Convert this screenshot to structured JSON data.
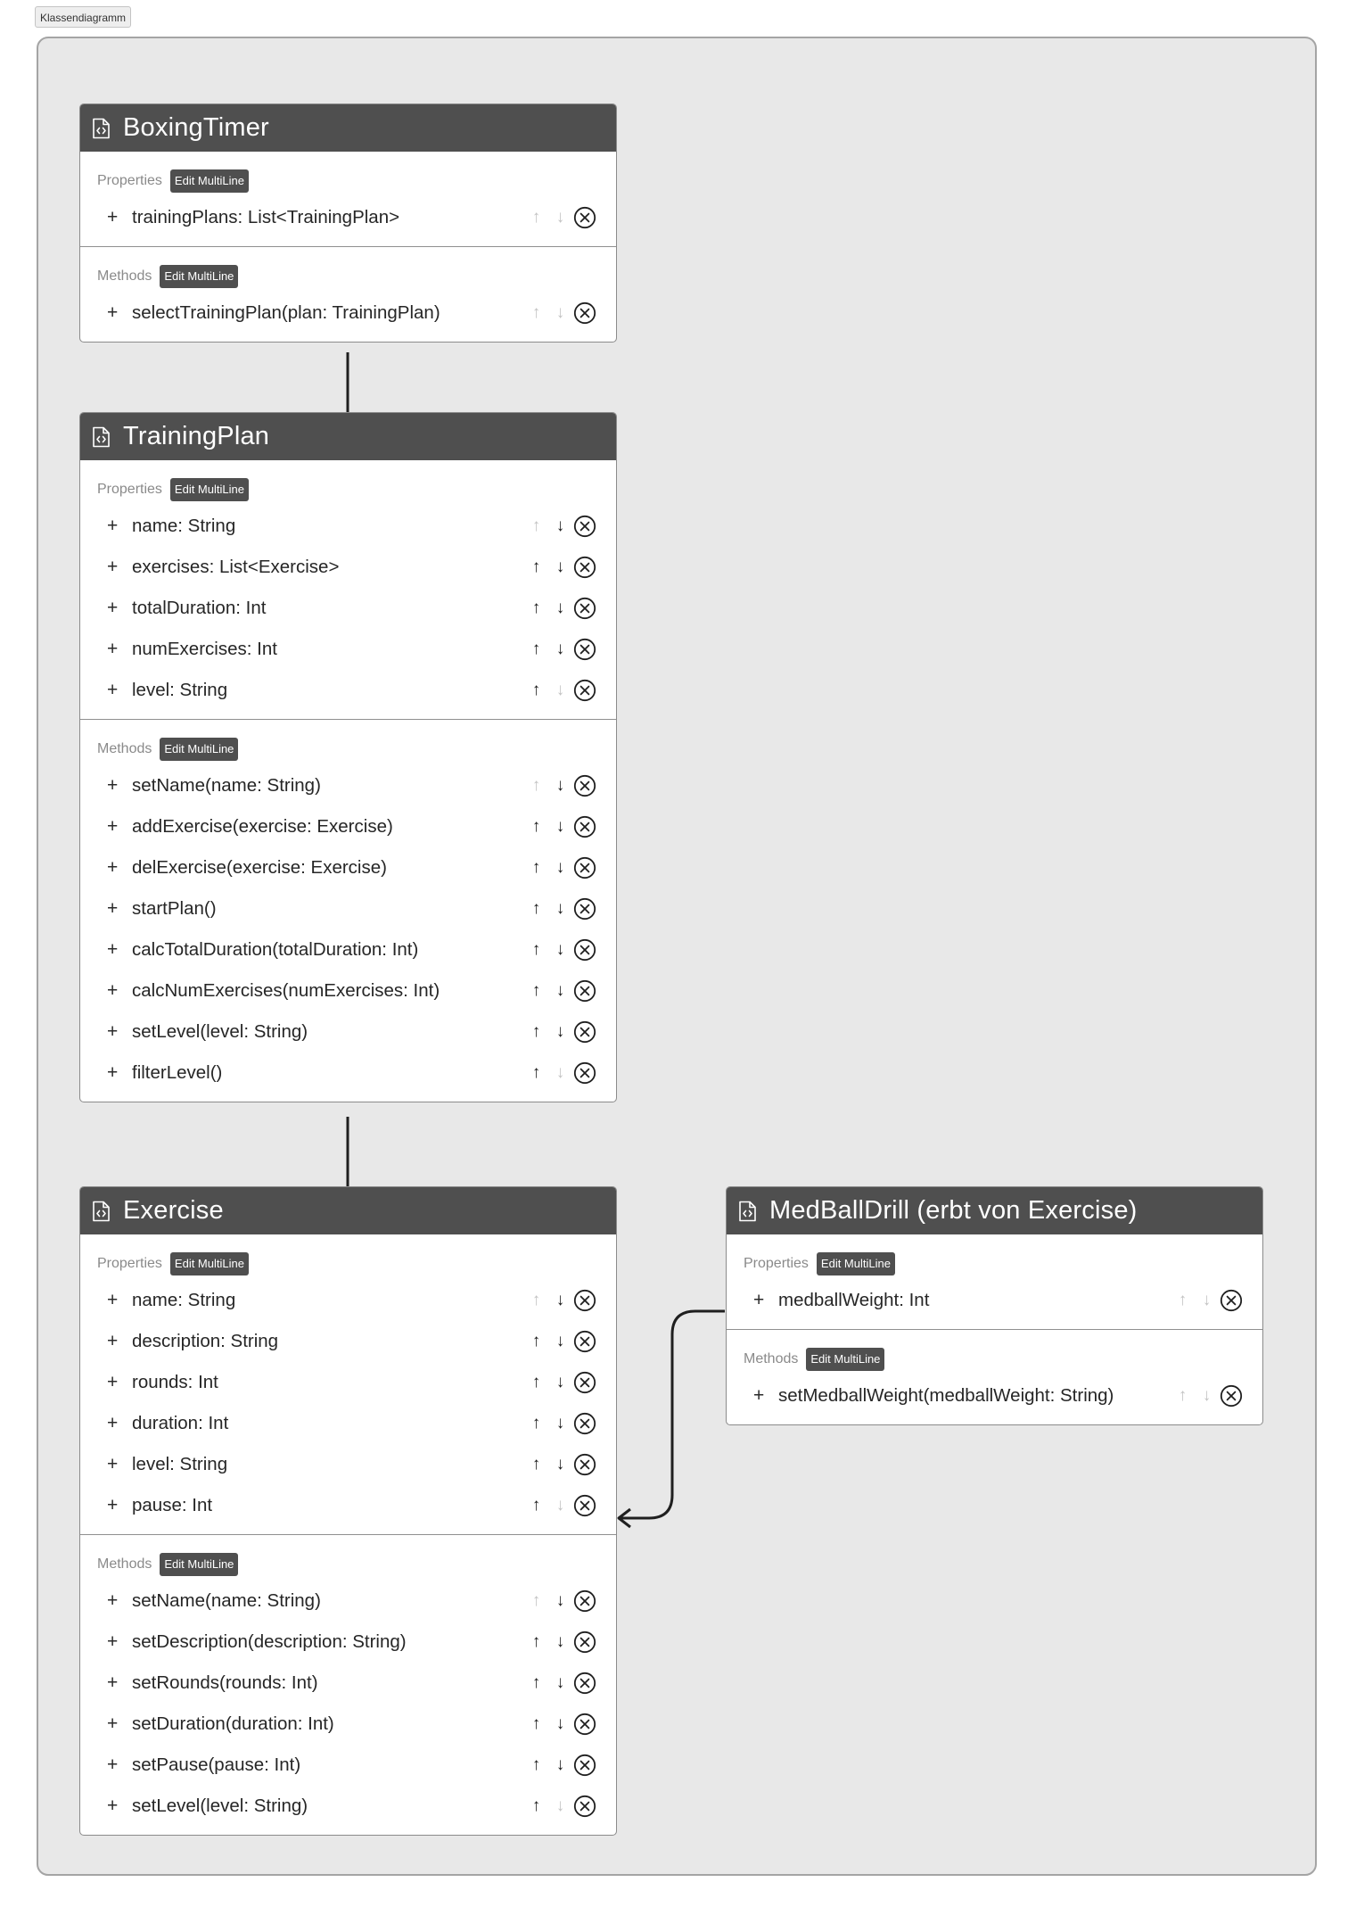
{
  "diagram_label": "Klassendiagramm",
  "edit_label": "Edit MultiLine",
  "prop_label": "Properties",
  "meth_label": "Methods",
  "classes": [
    {
      "title": "BoxingTimer",
      "properties": [
        "trainingPlans: List<TrainingPlan>"
      ],
      "methods": [
        "selectTrainingPlan(plan: TrainingPlan)"
      ]
    },
    {
      "title": "TrainingPlan",
      "properties": [
        "name: String",
        "exercises: List<Exercise>",
        "totalDuration: Int",
        "numExercises: Int",
        "level: String"
      ],
      "methods": [
        "setName(name: String)",
        "addExercise(exercise: Exercise)",
        "delExercise(exercise: Exercise)",
        "startPlan()",
        "calcTotalDuration(totalDuration: Int)",
        "calcNumExercises(numExercises: Int)",
        "setLevel(level: String)",
        "filterLevel()"
      ]
    },
    {
      "title": "Exercise",
      "properties": [
        "name: String",
        "description: String",
        "rounds: Int",
        "duration: Int",
        "level: String",
        "pause: Int"
      ],
      "methods": [
        "setName(name: String)",
        "setDescription(description: String)",
        "setRounds(rounds: Int)",
        "setDuration(duration: Int)",
        "setPause(pause: Int)",
        "setLevel(level: String)"
      ]
    },
    {
      "title": "MedBallDrill (erbt von Exercise)",
      "properties": [
        "medballWeight: Int"
      ],
      "methods": [
        "setMedballWeight(medballWeight: String)"
      ]
    }
  ]
}
